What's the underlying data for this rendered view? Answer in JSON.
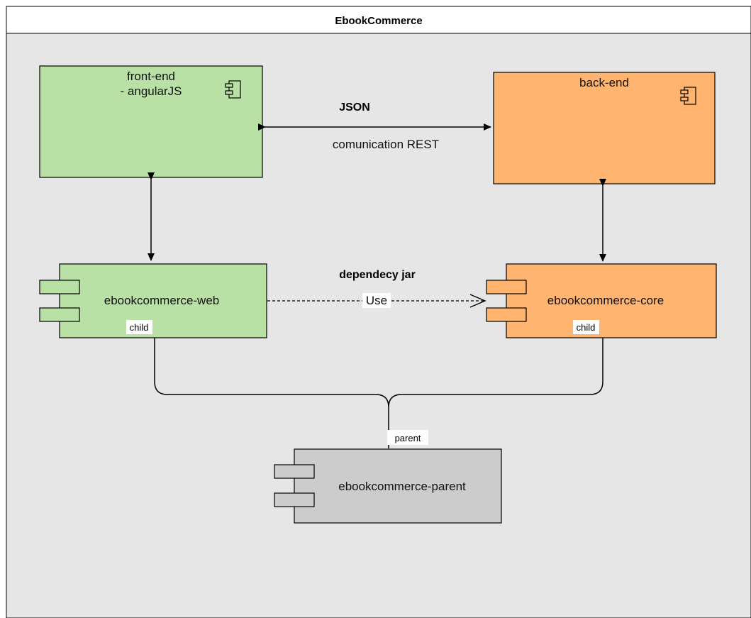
{
  "diagram": {
    "title": "EbookCommerce",
    "colors": {
      "background": "#e6e6e6",
      "green": "#b9e0a5",
      "orange": "#ffb570",
      "gray": "#cccccc",
      "stroke": "#000000"
    },
    "nodes": {
      "front_end": {
        "line1": "front-end",
        "line2": "- angularJS"
      },
      "back_end": {
        "label": "back-end"
      },
      "web": {
        "label": "ebookcommerce-web"
      },
      "core": {
        "label": "ebookcommerce-core"
      },
      "parent": {
        "label": "ebookcommerce-parent"
      }
    },
    "edges": {
      "rest_title": "JSON",
      "rest_label": "comunication REST",
      "dependency_title": "dependecy jar",
      "dependency_label": "Use",
      "web_child_label": "child",
      "core_child_label": "child",
      "parent_label": "parent"
    },
    "icons": {
      "component": "uml-component-icon"
    }
  }
}
